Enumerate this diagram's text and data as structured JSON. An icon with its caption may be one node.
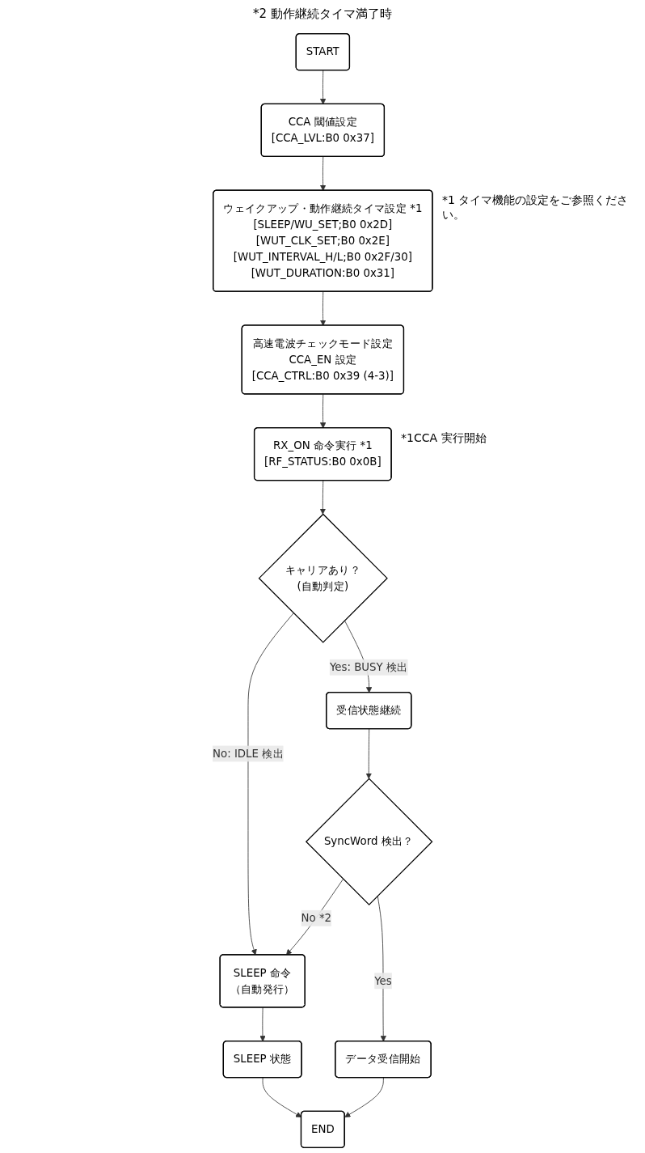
{
  "diagram": {
    "nodes": [
      {
        "text": [
          "START"
        ]
      },
      {
        "text": [
          "CCA 閾値設定",
          "[CCA_LVL:B0 0x37]"
        ]
      },
      {
        "text": [
          "ウェイクアップ・動作継続タイマ設定 *1",
          "[SLEEP/WU_SET;B0 0x2D]",
          "[WUT_CLK_SET;B0 0x2E]",
          "[WUT_INTERVAL_H/L;B0 0x2F/30]",
          "[WUT_DURATION:B0 0x31]"
        ],
        "beside": [
          "*1 タイマ機能の設定をご参照ください。"
        ]
      },
      {
        "text": [
          "高速電波チェックモード設定",
          "CCA_EN 設定",
          "[CCA_CTRL:B0 0x39 (4-3)]"
        ]
      },
      {
        "text": [
          "RX_ON 命令実行 *1",
          "[RF_STATUS:B0 0x0B]"
        ],
        "beside": [
          "*1CCA 実行開始"
        ]
      },
      {
        "text": [
          "キャリアあり？",
          "(自動判定)"
        ]
      },
      {
        "text": [
          "受信状態継続"
        ]
      },
      {
        "text": [
          "SyncWord 検出？"
        ]
      },
      {
        "text": [
          "SLEEP 命令",
          "（自動発行）"
        ]
      },
      {
        "text": [
          "データ受信開始"
        ]
      },
      {
        "text": [
          "SLEEP 状態"
        ]
      },
      {
        "text": [
          "END"
        ]
      }
    ],
    "edges": [
      {
        "from": 0,
        "to": 1,
        "arrow": "to"
      },
      {
        "from": 1,
        "to": 2,
        "arrow": "to"
      },
      {
        "from": 2,
        "to": 3,
        "arrow": "to"
      },
      {
        "from": 3,
        "to": 4,
        "arrow": "to"
      },
      {
        "from": 4,
        "to": 5,
        "arrow": "to"
      },
      {
        "from": 5,
        "to": 8,
        "arrow": "to",
        "label": "No: IDLE 検出"
      },
      {
        "from": 5,
        "to": 6,
        "arrow": "to",
        "label": "Yes: BUSY 検出"
      },
      {
        "from": 6,
        "to": 7,
        "arrow": "to"
      },
      {
        "from": 7,
        "to": 8,
        "arrow": "to",
        "label": "No *2"
      },
      {
        "from": 7,
        "to": 9,
        "arrow": "to",
        "label": "Yes"
      },
      {
        "from": 8,
        "to": 10,
        "arrow": "to"
      },
      {
        "from": 9,
        "to": 11,
        "arrow": "to"
      },
      {
        "from": 10,
        "to": 11,
        "arrow": "to"
      }
    ],
    "labels": [
      "*2 動作継続タイマ満了時"
    ]
  }
}
